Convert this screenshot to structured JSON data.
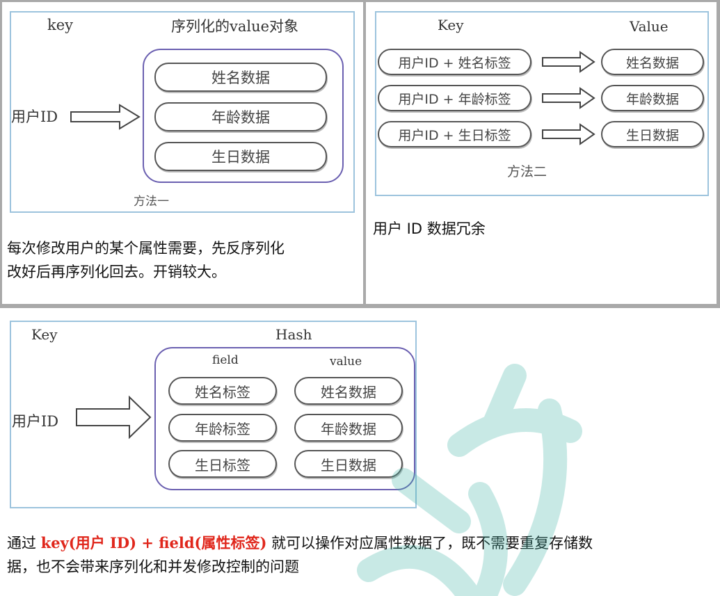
{
  "method1": {
    "key_label": "key",
    "value_label": "序列化的value对象",
    "user_id": "用户ID",
    "items": [
      "姓名数据",
      "年龄数据",
      "生日数据"
    ],
    "method_name": "方法一",
    "caption_line1": "每次修改用户的某个属性需要，先反序列化",
    "caption_line2": "改好后再序列化回去。开销较大。"
  },
  "method2": {
    "key_label": "Key",
    "value_label": "Value",
    "keys": [
      "用户ID + 姓名标签",
      "用户ID + 年龄标签",
      "用户ID + 生日标签"
    ],
    "values": [
      "姓名数据",
      "年龄数据",
      "生日数据"
    ],
    "method_name": "方法二",
    "caption": "用户 ID 数据冗余"
  },
  "method3": {
    "key_label": "Key",
    "hash_label": "Hash",
    "field_label": "field",
    "value_label": "value",
    "user_id": "用户ID",
    "fields": [
      "姓名标签",
      "年龄标签",
      "生日标签"
    ],
    "values": [
      "姓名数据",
      "年龄数据",
      "生日数据"
    ],
    "caption_prefix": "通过 ",
    "caption_highlight": "key(用户 ID) + field(属性标签)",
    "caption_rest1": " 就可以操作对应属性数据了，既不需要重复存储数",
    "caption_line2": "据，也不会带来序列化和并发修改控制的问题"
  },
  "colors": {
    "frame": "#9cc3dd",
    "rounded_border": "#6a5fb0",
    "highlight": "#e0261b",
    "watermark": "#3db3a6"
  }
}
